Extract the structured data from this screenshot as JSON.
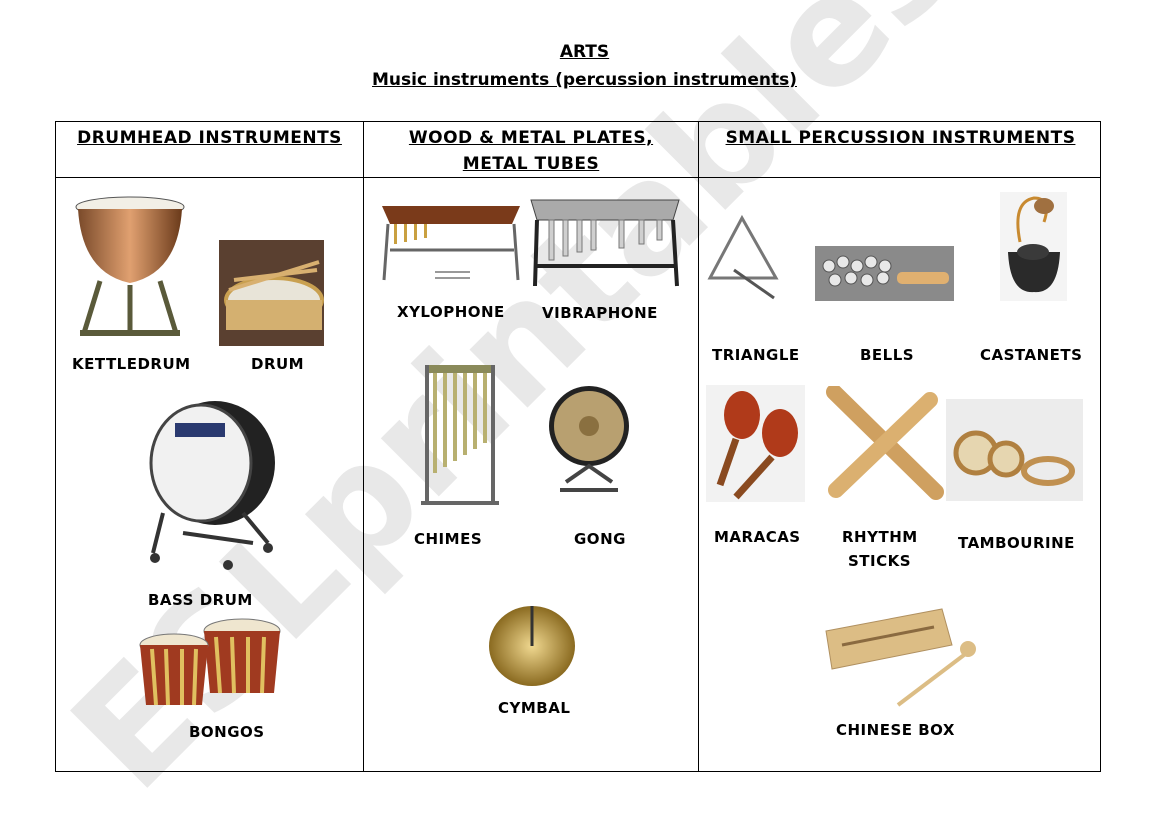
{
  "header": {
    "subject": "ARTS",
    "topic": "Music instruments (percussion instruments)"
  },
  "columns": [
    {
      "heading": "DRUMHEAD INSTRUMENTS",
      "items": [
        "KETTLEDRUM",
        "DRUM",
        "BASS DRUM",
        "BONGOS"
      ]
    },
    {
      "heading_line1": "WOOD & METAL PLATES,",
      "heading_line2": "METAL TUBES",
      "items": [
        "XYLOPHONE",
        "VIBRAPHONE",
        "CHIMES",
        "GONG",
        "CYMBAL"
      ]
    },
    {
      "heading": "SMALL PERCUSSION INSTRUMENTS",
      "items": [
        "TRIANGLE",
        "BELLS",
        "CASTANETS",
        "MARACAS",
        "RHYTHM",
        "STICKS",
        "TAMBOURINE",
        "CHINESE BOX"
      ]
    }
  ],
  "watermark": "ESLprintables.com"
}
